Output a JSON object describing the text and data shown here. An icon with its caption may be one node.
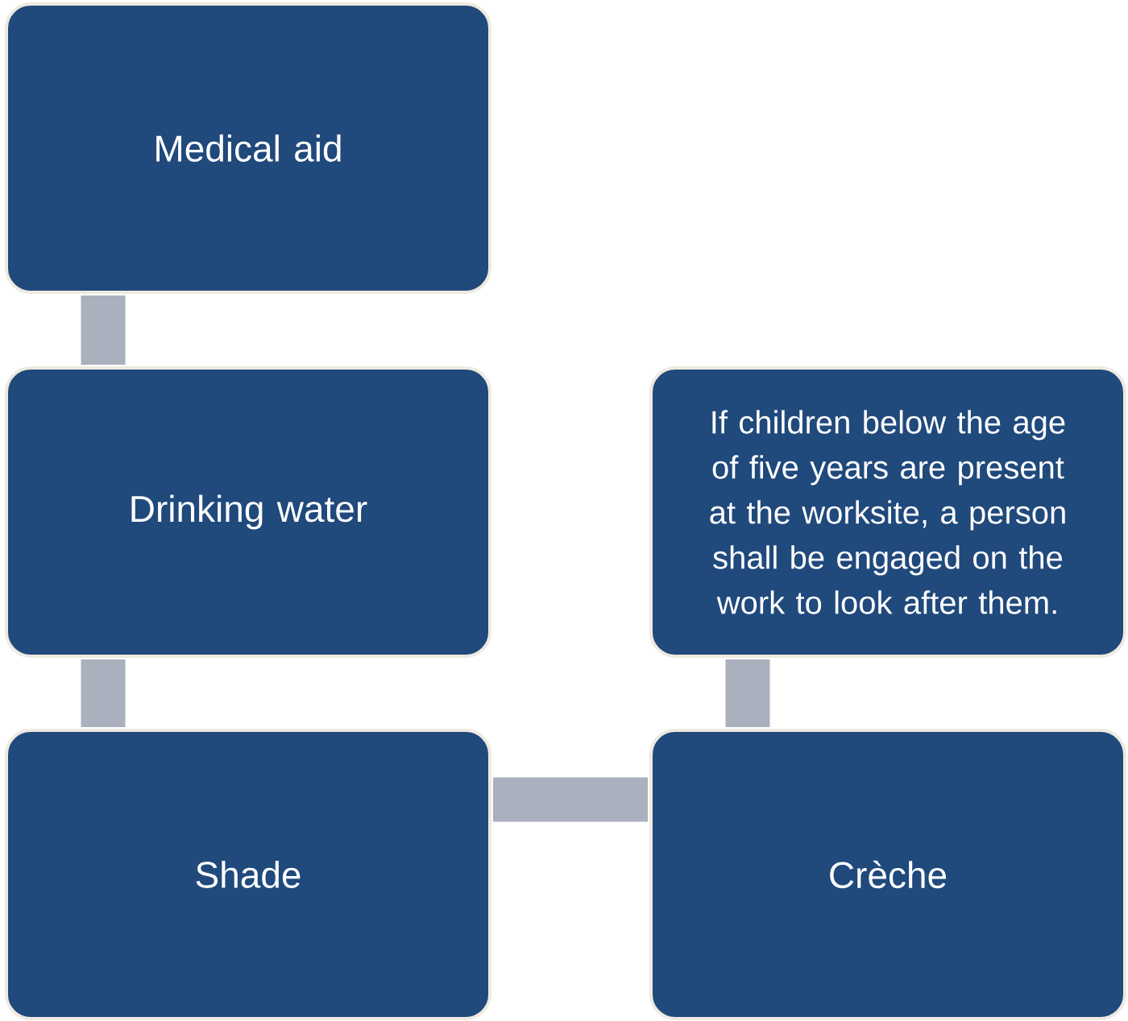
{
  "diagram": {
    "nodes": [
      {
        "text": [
          "Medical aid"
        ]
      },
      {
        "text": [
          "Drinking water"
        ]
      },
      {
        "text": [
          "Shade"
        ]
      },
      {
        "text": [
          "If children below the age of five years are present at the worksite, a person shall be engaged on the work to look after them."
        ]
      },
      {
        "text": [
          "Crèche"
        ]
      }
    ],
    "edges": [
      {
        "from": 0,
        "to": 1,
        "arrow": "none"
      },
      {
        "from": 1,
        "to": 2,
        "arrow": "none"
      },
      {
        "from": 2,
        "to": 4,
        "arrow": "none"
      },
      {
        "from": 3,
        "to": 4,
        "arrow": "none"
      }
    ]
  }
}
